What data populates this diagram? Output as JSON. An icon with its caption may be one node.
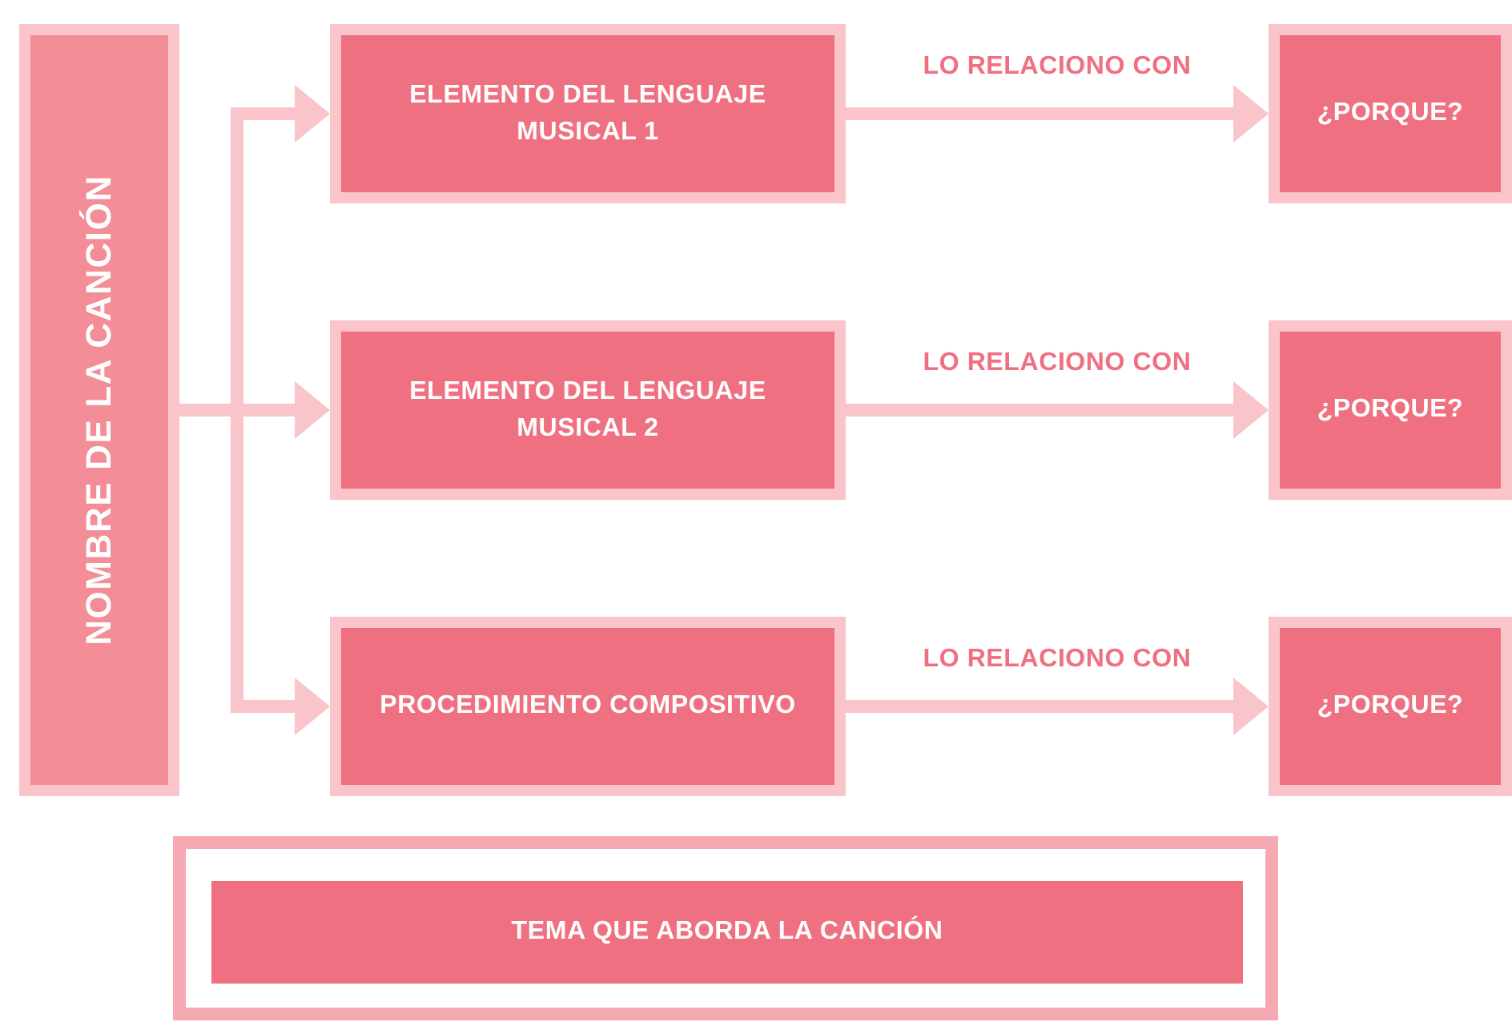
{
  "diagram": {
    "nodes": [
      {
        "text": [
          "NOMBRE DE LA CANCIÓN"
        ]
      },
      {
        "text": [
          "ELEMENTO DEL LENGUAJE MUSICAL 1"
        ]
      },
      {
        "text": [
          "¿PORQUE?"
        ]
      },
      {
        "text": [
          "ELEMENTO DEL LENGUAJE MUSICAL 2"
        ]
      },
      {
        "text": [
          "¿PORQUE?"
        ]
      },
      {
        "text": [
          "PROCEDIMIENTO COMPOSITIVO"
        ]
      },
      {
        "text": [
          "¿PORQUE?"
        ]
      },
      {
        "text": [
          "TEMA QUE ABORDA LA CANCIÓN"
        ]
      }
    ],
    "edges": [
      {
        "from": 0,
        "to": 1,
        "arrow": "to"
      },
      {
        "from": 0,
        "to": 3,
        "arrow": "to"
      },
      {
        "from": 0,
        "to": 5,
        "arrow": "to"
      },
      {
        "from": 1,
        "to": 2,
        "arrow": "to",
        "label": "LO RELACIONO CON"
      },
      {
        "from": 3,
        "to": 4,
        "arrow": "to",
        "label": "LO RELACIONO CON"
      },
      {
        "from": 5,
        "to": 6,
        "arrow": "to",
        "label": "LO RELACIONO CON"
      }
    ]
  }
}
